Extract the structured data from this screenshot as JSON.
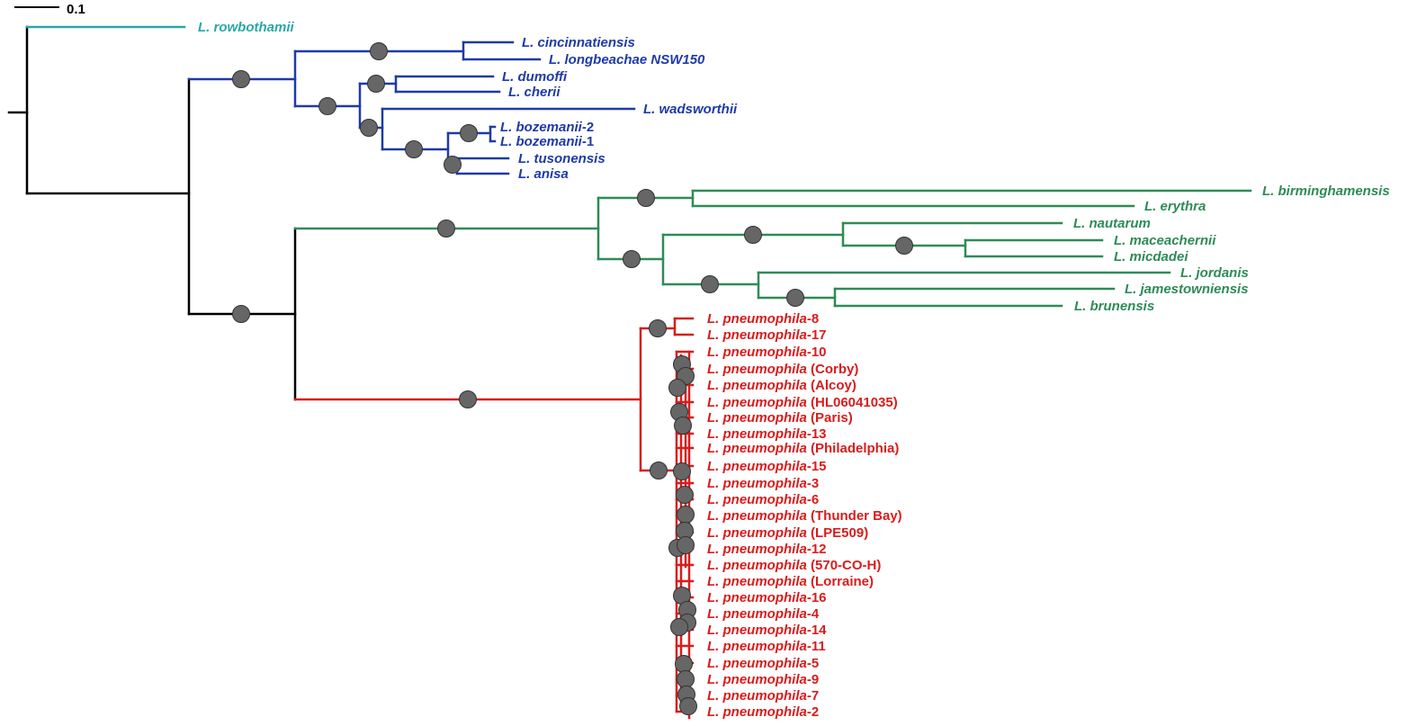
{
  "scale_bar": {
    "label": "0.1",
    "value": 0.1
  },
  "colors": {
    "root": "#000000",
    "outgroup": "#2aa7a7",
    "blue_clade": "#1f3aa8",
    "green_clade": "#2e8b57",
    "red_clade": "#d91c1c",
    "node_marker": "#666666"
  },
  "taxa": {
    "rowbothamii": {
      "genus": "L.",
      "species": "rowbothamii",
      "suffix": ""
    },
    "cincinnatiensis": {
      "genus": "L.",
      "species": "cincinnatiensis",
      "suffix": ""
    },
    "longbeachae": {
      "genus": "L.",
      "species": "longbeachae NSW150",
      "suffix": ""
    },
    "dumoffi": {
      "genus": "L.",
      "species": "dumoffi",
      "suffix": ""
    },
    "cherii": {
      "genus": "L.",
      "species": "cherii",
      "suffix": ""
    },
    "wadsworthii": {
      "genus": "L.",
      "species": "wadsworthii",
      "suffix": ""
    },
    "bozemanii2": {
      "genus": "L.",
      "species": "bozemanii",
      "suffix": "-2"
    },
    "bozemanii1": {
      "genus": "L.",
      "species": "bozemanii",
      "suffix": "-1"
    },
    "tusonensis": {
      "genus": "L.",
      "species": "tusonensis",
      "suffix": ""
    },
    "anisa": {
      "genus": "L.",
      "species": "anisa",
      "suffix": ""
    },
    "birminghamensis": {
      "genus": "L.",
      "species": "birminghamensis",
      "suffix": ""
    },
    "erythra": {
      "genus": "L.",
      "species": "erythra",
      "suffix": ""
    },
    "nautarum": {
      "genus": "L.",
      "species": "nautarum",
      "suffix": ""
    },
    "maceachernii": {
      "genus": "L.",
      "species": "maceachernii",
      "suffix": ""
    },
    "micdadei": {
      "genus": "L.",
      "species": "micdadei",
      "suffix": ""
    },
    "jordanis": {
      "genus": "L.",
      "species": "jordanis",
      "suffix": ""
    },
    "jamestowniensis": {
      "genus": "L.",
      "species": "jamestowniensis",
      "suffix": ""
    },
    "brunensis": {
      "genus": "L.",
      "species": "brunensis",
      "suffix": ""
    },
    "pn8": {
      "genus": "L.",
      "species": "pneumophila",
      "suffix": "-8"
    },
    "pn17": {
      "genus": "L.",
      "species": "pneumophila",
      "suffix": "-17"
    },
    "pn10": {
      "genus": "L.",
      "species": "pneumophila",
      "suffix": "-10"
    },
    "corby": {
      "genus": "L.",
      "species": "pneumophila",
      "suffix": " (Corby)"
    },
    "alcoy": {
      "genus": "L.",
      "species": "pneumophila",
      "suffix": " (Alcoy)"
    },
    "hl06": {
      "genus": "L.",
      "species": "pneumophila",
      "suffix": " (HL06041035)"
    },
    "paris": {
      "genus": "L.",
      "species": "pneumophila",
      "suffix": " (Paris)"
    },
    "pn13": {
      "genus": "L.",
      "species": "pneumophila",
      "suffix": "-13"
    },
    "phila": {
      "genus": "L.",
      "species": "pneumophila",
      "suffix": " (Philadelphia)"
    },
    "pn15": {
      "genus": "L.",
      "species": "pneumophila",
      "suffix": "-15"
    },
    "pn3": {
      "genus": "L.",
      "species": "pneumophila",
      "suffix": "-3"
    },
    "pn6": {
      "genus": "L.",
      "species": "pneumophila",
      "suffix": "-6"
    },
    "thunder": {
      "genus": "L.",
      "species": "pneumophila",
      "suffix": " (Thunder Bay)"
    },
    "lpe509": {
      "genus": "L.",
      "species": "pneumophila",
      "suffix": " (LPE509)"
    },
    "pn12": {
      "genus": "L.",
      "species": "pneumophila",
      "suffix": "-12"
    },
    "co570": {
      "genus": "L.",
      "species": "pneumophila",
      "suffix": " (570-CO-H)"
    },
    "lorraine": {
      "genus": "L.",
      "species": "pneumophila",
      "suffix": " (Lorraine)"
    },
    "pn16": {
      "genus": "L.",
      "species": "pneumophila",
      "suffix": "-16"
    },
    "pn4": {
      "genus": "L.",
      "species": "pneumophila",
      "suffix": "-4"
    },
    "pn14": {
      "genus": "L.",
      "species": "pneumophila",
      "suffix": "-14"
    },
    "pn11": {
      "genus": "L.",
      "species": "pneumophila",
      "suffix": "-11"
    },
    "pn5": {
      "genus": "L.",
      "species": "pneumophila",
      "suffix": "-5"
    },
    "pn9": {
      "genus": "L.",
      "species": "pneumophila",
      "suffix": "-9"
    },
    "pn7": {
      "genus": "L.",
      "species": "pneumophila",
      "suffix": "-7"
    },
    "pn2": {
      "genus": "L.",
      "species": "pneumophila",
      "suffix": "-2"
    }
  }
}
